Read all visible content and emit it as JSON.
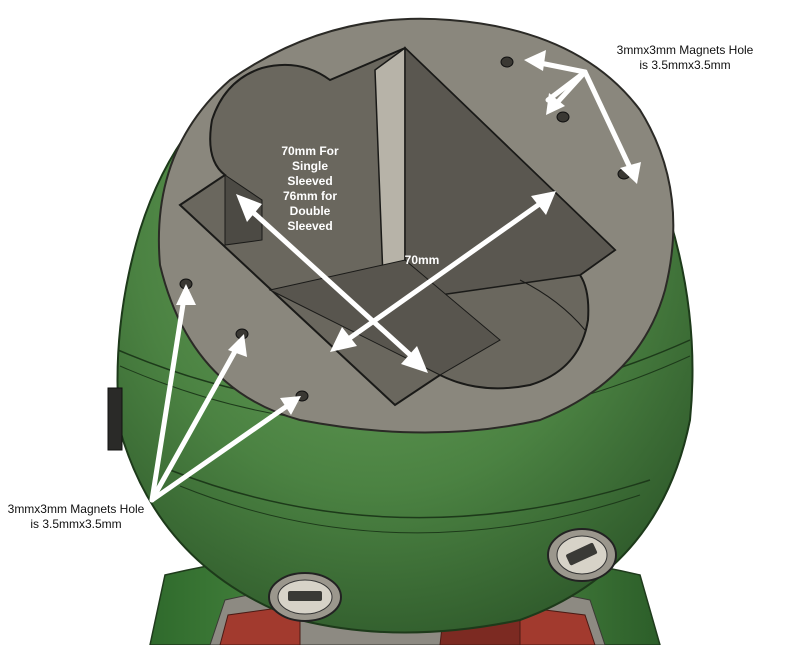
{
  "labels": {
    "magnets_top_right_line1": "3mmx3mm Magnets Hole",
    "magnets_top_right_line2": "is 3.5mmx3.5mm",
    "magnets_bottom_left_line1": "3mmx3mm Magnets Hole",
    "magnets_bottom_left_line2": "is 3.5mmx3.5mm",
    "diagonal_line1": "70mm For",
    "diagonal_line2": "Single",
    "diagonal_line3": "Sleeved",
    "diagonal_line4": "76mm for",
    "diagonal_line5": "Double",
    "diagonal_line6": "Sleeved",
    "width_label": "70mm"
  },
  "colors": {
    "body_green": "#4f8a45",
    "top_face_grey": "#8a877d",
    "cavity_dark": "#5d5a52",
    "base_red": "#a23a2e",
    "arrow_white": "#ffffff"
  }
}
